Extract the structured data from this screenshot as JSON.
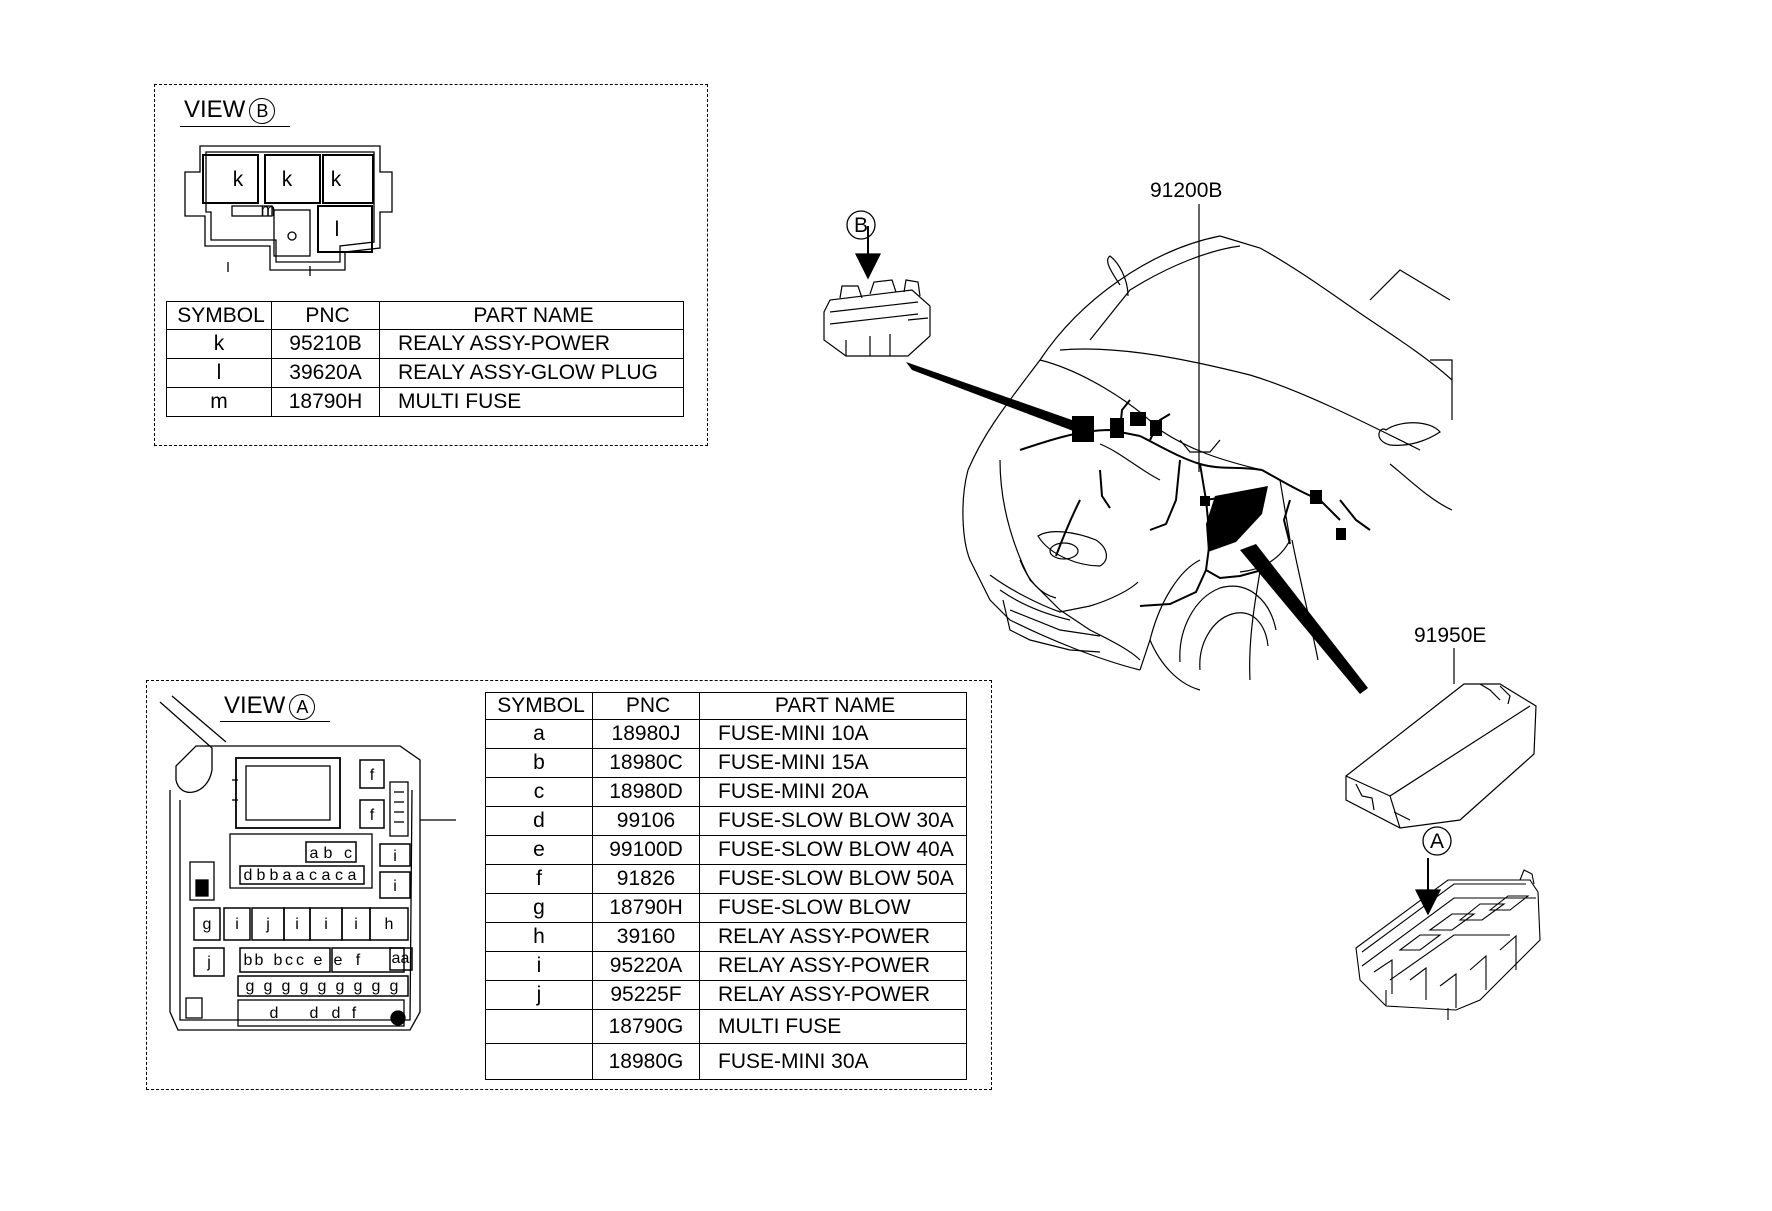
{
  "view_b": {
    "title": "VIEW",
    "marker": "B",
    "relay_labels": [
      "k",
      "k",
      "k"
    ],
    "glow_label": "l",
    "fuse_label": "m",
    "table": {
      "headers": [
        "SYMBOL",
        "PNC",
        "PART NAME"
      ],
      "rows": [
        {
          "symbol": "k",
          "pnc": "95210B",
          "name": "REALY ASSY-POWER"
        },
        {
          "symbol": "l",
          "pnc": "39620A",
          "name": "REALY ASSY-GLOW PLUG"
        },
        {
          "symbol": "m",
          "pnc": "18790H",
          "name": "MULTI FUSE"
        }
      ]
    }
  },
  "view_a": {
    "title": "VIEW",
    "marker": "A",
    "slot_labels": {
      "top_right": [
        "f",
        "f"
      ],
      "upper_row": [
        "a",
        "b",
        "c"
      ],
      "mini_row": [
        "d",
        "b",
        "b",
        "a",
        "a",
        "c",
        "a",
        "c",
        "a"
      ],
      "side_i": [
        "i",
        "i"
      ],
      "relay_row": [
        "g",
        "i",
        "j",
        "i",
        "i",
        "i",
        "h"
      ],
      "mid_row": [
        "j",
        "b",
        "b",
        "b",
        "c",
        "c",
        "e",
        "e",
        "f",
        "a",
        "a"
      ],
      "g_row": [
        "g",
        "g",
        "g",
        "g",
        "g",
        "g",
        "g",
        "g",
        "g"
      ],
      "bottom_row": [
        "d",
        "d",
        "d",
        "f"
      ]
    },
    "table": {
      "headers": [
        "SYMBOL",
        "PNC",
        "PART NAME"
      ],
      "rows": [
        {
          "symbol": "a",
          "pnc": "18980J",
          "name": "FUSE-MINI 10A"
        },
        {
          "symbol": "b",
          "pnc": "18980C",
          "name": "FUSE-MINI 15A"
        },
        {
          "symbol": "c",
          "pnc": "18980D",
          "name": "FUSE-MINI 20A"
        },
        {
          "symbol": "d",
          "pnc": "99106",
          "name": "FUSE-SLOW BLOW 30A"
        },
        {
          "symbol": "e",
          "pnc": "99100D",
          "name": "FUSE-SLOW BLOW 40A"
        },
        {
          "symbol": "f",
          "pnc": "91826",
          "name": "FUSE-SLOW BLOW 50A"
        },
        {
          "symbol": "g",
          "pnc": "18790H",
          "name": "FUSE-SLOW BLOW"
        },
        {
          "symbol": "h",
          "pnc": "39160",
          "name": "RELAY ASSY-POWER"
        },
        {
          "symbol": "i",
          "pnc": "95220A",
          "name": "RELAY ASSY-POWER"
        },
        {
          "symbol": "j",
          "pnc": "95225F",
          "name": "RELAY ASSY-POWER"
        },
        {
          "symbol": "",
          "pnc": "18790G",
          "name": "MULTI FUSE"
        },
        {
          "symbol": "",
          "pnc": "18980G",
          "name": "FUSE-MINI 30A"
        }
      ]
    }
  },
  "callouts": {
    "harness": "91200B",
    "cover": "91950E",
    "marker_b": "B",
    "marker_a": "A"
  }
}
